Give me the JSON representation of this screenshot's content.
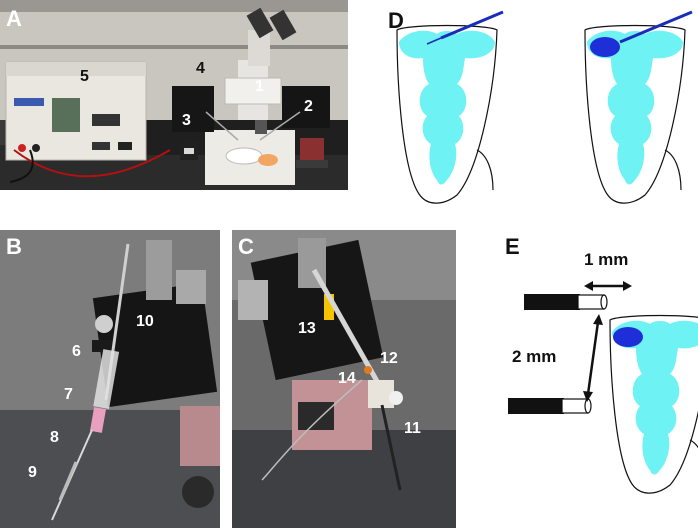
{
  "panels": {
    "a": {
      "letter": "A",
      "labels": [
        "1",
        "2",
        "3",
        "4",
        "5"
      ]
    },
    "b": {
      "letter": "B",
      "labels": [
        "6",
        "7",
        "8",
        "9",
        "10"
      ]
    },
    "c": {
      "letter": "C",
      "labels": [
        "11",
        "12",
        "13",
        "14"
      ]
    },
    "d": {
      "letter": "D"
    },
    "e": {
      "letter": "E",
      "dim_horizontal": "1 mm",
      "dim_vertical": "2 mm"
    }
  },
  "colors": {
    "embryo": "#6ff2f4",
    "injection_site": "#1f2fd8",
    "needle": "#1a2db8",
    "electrode_tip": "#111111"
  }
}
